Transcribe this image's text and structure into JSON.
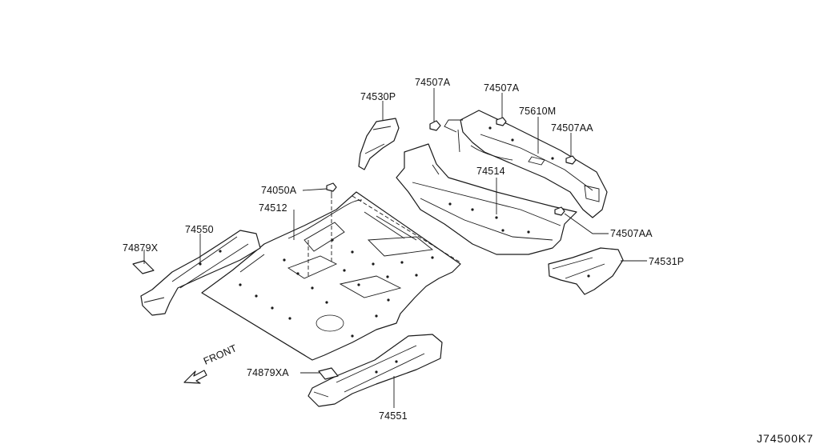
{
  "diagram": {
    "front_label": "FRONT",
    "diagram_code": "J74500K7",
    "callouts": [
      {
        "id": "74507A-left",
        "text": "74507A"
      },
      {
        "id": "74507A-right",
        "text": "74507A"
      },
      {
        "id": "74530P",
        "text": "74530P"
      },
      {
        "id": "75610M",
        "text": "75610M"
      },
      {
        "id": "74507AA-top",
        "text": "74507AA"
      },
      {
        "id": "74514",
        "text": "74514"
      },
      {
        "id": "74050A",
        "text": "74050A"
      },
      {
        "id": "74512",
        "text": "74512"
      },
      {
        "id": "74550",
        "text": "74550"
      },
      {
        "id": "74879X",
        "text": "74879X"
      },
      {
        "id": "74507AA-bottom",
        "text": "74507AA"
      },
      {
        "id": "74531P",
        "text": "74531P"
      },
      {
        "id": "74879XA",
        "text": "74879XA"
      },
      {
        "id": "74551",
        "text": "74551"
      }
    ]
  }
}
